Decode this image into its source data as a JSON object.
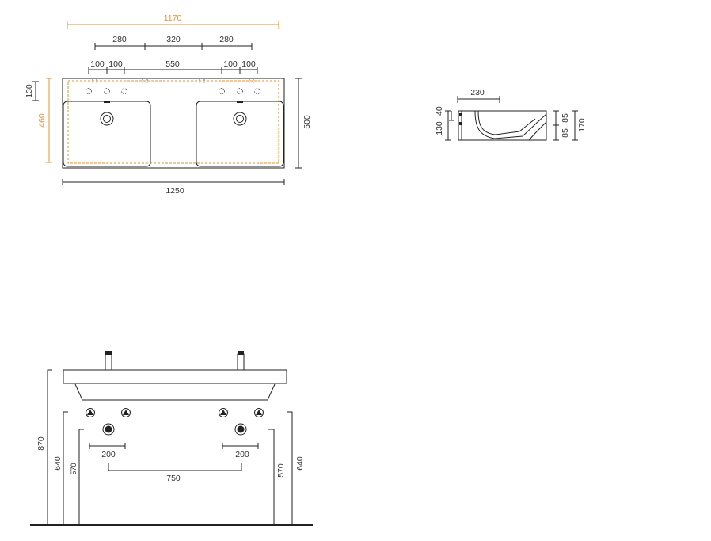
{
  "colors": {
    "line": "#222222",
    "accent": "#e8902a"
  },
  "top_view": {
    "overall_inner": "1170",
    "faucet_spacing": [
      "280",
      "320",
      "280"
    ],
    "hole_spacing": [
      "100",
      "100",
      "550",
      "100",
      "100"
    ],
    "depth_left": "130",
    "depth_inner": "460",
    "depth_right": "500",
    "width_total": "1250"
  },
  "side_view": {
    "top": "230",
    "left": [
      "130",
      "40"
    ],
    "right": [
      "85",
      "85",
      "170"
    ]
  },
  "front_view": {
    "height_total": "870",
    "left_heights": [
      "640",
      "570"
    ],
    "right_heights": [
      "570",
      "640"
    ],
    "trap_spacing": [
      "200",
      "200"
    ],
    "center_spacing": "750"
  }
}
